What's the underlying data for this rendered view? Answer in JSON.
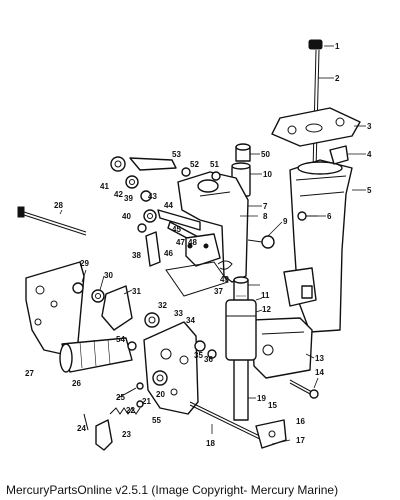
{
  "caption": "MercuryPartsOnline v2.5.1 (Image Copyright- Mercury Marine)",
  "part_numbers": [
    "1",
    "2",
    "3",
    "4",
    "5",
    "6",
    "7",
    "8",
    "9",
    "10",
    "11",
    "12",
    "13",
    "14",
    "15",
    "16",
    "17",
    "18",
    "19",
    "20",
    "21",
    "22",
    "23",
    "24",
    "25",
    "26",
    "27",
    "28",
    "29",
    "30",
    "31",
    "32",
    "33",
    "34",
    "35",
    "36",
    "37",
    "38",
    "39",
    "40",
    "41",
    "42",
    "43",
    "44",
    "45",
    "46",
    "47",
    "48",
    "49",
    "50",
    "51",
    "52",
    "53",
    "54",
    "55"
  ]
}
